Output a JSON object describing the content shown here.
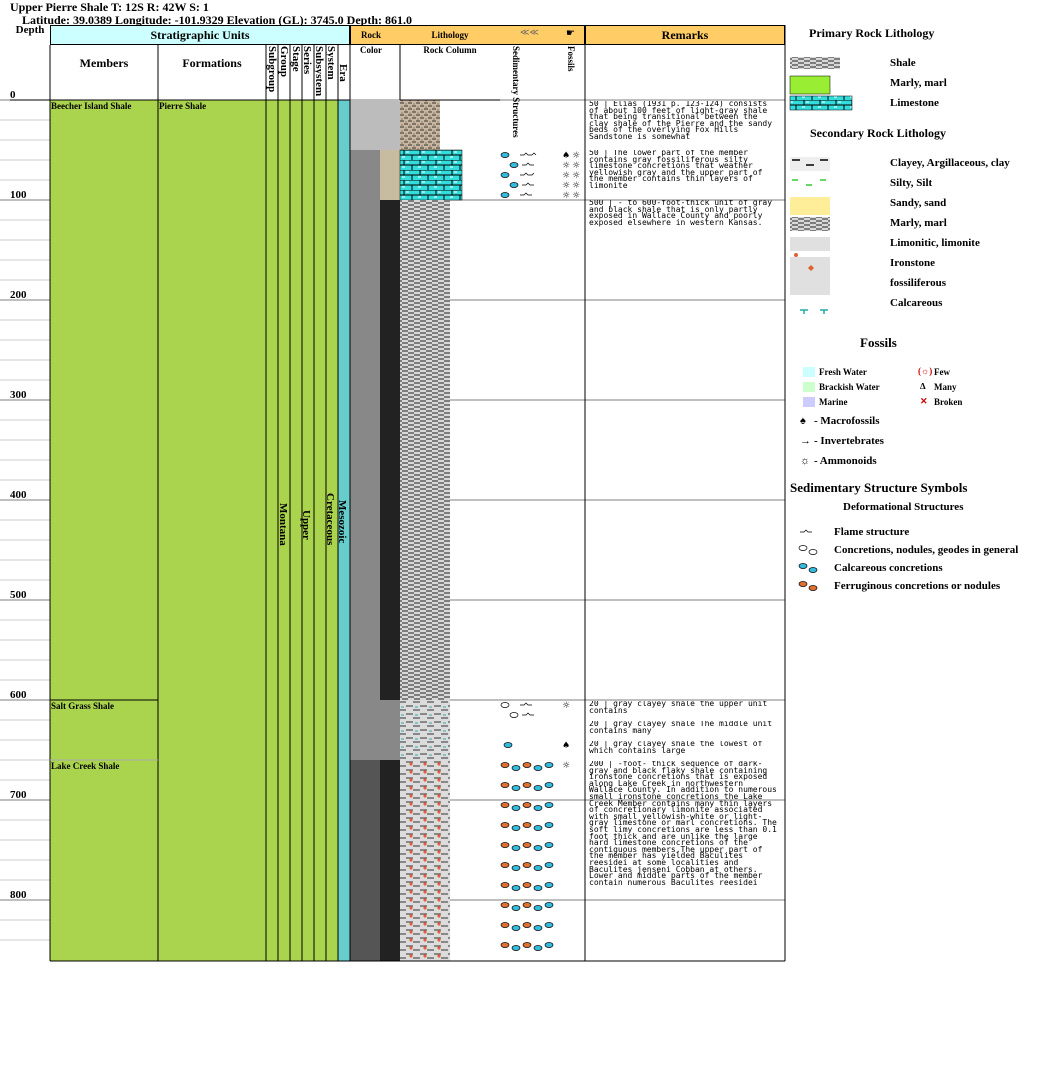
{
  "header": {
    "title": "Upper Pierre Shale T: 12S R: 42W S: 1",
    "location": "Latitude: 39.0389 Longitude: -101.9329 Elevation (GL): 3745.0 Depth: 861.0"
  },
  "columns": {
    "depth": "Depth",
    "strat_units": "Stratigraphic Units",
    "members": "Members",
    "formations": "Formations",
    "subgroup": "Subgroup",
    "group": "Group",
    "stage": "Stage",
    "series": "Series",
    "subsystem": "Subsystem",
    "system": "System",
    "era": "Era",
    "rock": "Rock",
    "color": "Color",
    "lithology": "Lithology",
    "rock_column": "Rock Column",
    "sed_structures": "Sedimentary Structures",
    "fossils": "Fossils",
    "remarks": "Remarks"
  },
  "depth_ticks": [
    "0",
    "100",
    "200",
    "300",
    "400",
    "500",
    "600",
    "700",
    "800"
  ],
  "strat": {
    "group_value": "Montana",
    "series_value": "Upper",
    "system_value": "Cretaceous",
    "era_value": "Mesozoic",
    "members": [
      {
        "name": "Beecher Island Shale",
        "formation": "Pierre Shale"
      },
      {
        "name": "Salt Grass Shale",
        "formation": ""
      },
      {
        "name": "Lake Creek Shale",
        "formation": ""
      }
    ]
  },
  "remarks": [
    "50 | Elias (1931 p. 123-124) consists of about 100 feet of light-gray shale that being transitional between the clay shale of the Pierre and the sandy beds of the overlying Fox Hills Sandstone is somewhat",
    "50 | The lower part of the member contains gray fossiliferous silty limestone concretions that weather yellowish gray and the upper part of the member contains thin layers of limonite",
    "500 | - to 600-foot-thick unit of gray and black shale that is only partly exposed in Wallace County and poorly exposed elsewhere in western Kansas.",
    "20 | gray clayey shale the upper unit contains",
    "20 | gray clayey shale The middle unit contains many",
    "20 | gray clayey shale the lowest of which contains large",
    "200 | -foot- thick sequence of dark-gray and black flaky shale containing ironstone concretions that is exposed along Lake Creek in northwestern Wallace County. In addition to numerous small ironstone concretions the Lake Creek Member contains many thin layers of concretionary limonite associated with small yellowish-white or light-gray limestone or marl concretions. The soft limy concretions are less than 0.1 foot thick and are unlike the large hard limestone concretions of the contiguous members.The upper part of the member has yielded Baculites reesidei at some localities and Baculites jenseni Cobban at others. Lower and middle parts of the member contain numerous Baculites reesidei"
  ],
  "legend": {
    "primary_title": "Primary Rock Lithology",
    "primary": [
      "Shale",
      "Marly, marl",
      "Limestone"
    ],
    "secondary_title": "Secondary Rock Lithology",
    "secondary": [
      "Clayey, Argillaceous, clay",
      "Silty, Silt",
      "Sandy, sand",
      "Marly, marl",
      "Limonitic, limonite",
      "Ironstone",
      "fossiliferous",
      "Calcareous"
    ],
    "fossils_title": "Fossils",
    "fossil_env": [
      "Fresh Water",
      "Brackish Water",
      "Marine"
    ],
    "fossil_abund": [
      "Few",
      "Many",
      "Broken"
    ],
    "fossil_types": [
      "- Macrofossils",
      "- Invertebrates",
      "- Ammonoids"
    ],
    "sed_title": "Sedimentary Structure Symbols",
    "deform_title": "Deformational Structures",
    "sed_items": [
      "Flame structure",
      "Concretions, nodules, geodes in general",
      "Calcareous concretions",
      "Ferruginous concretions or nodules"
    ]
  },
  "colors": {
    "strat_header": "#ccffff",
    "lith_header": "#ffcc66",
    "member_fill": "#aad44d",
    "era_fill": "#66cccc",
    "marl": "#99ee33",
    "limestone": "#33dddd"
  }
}
